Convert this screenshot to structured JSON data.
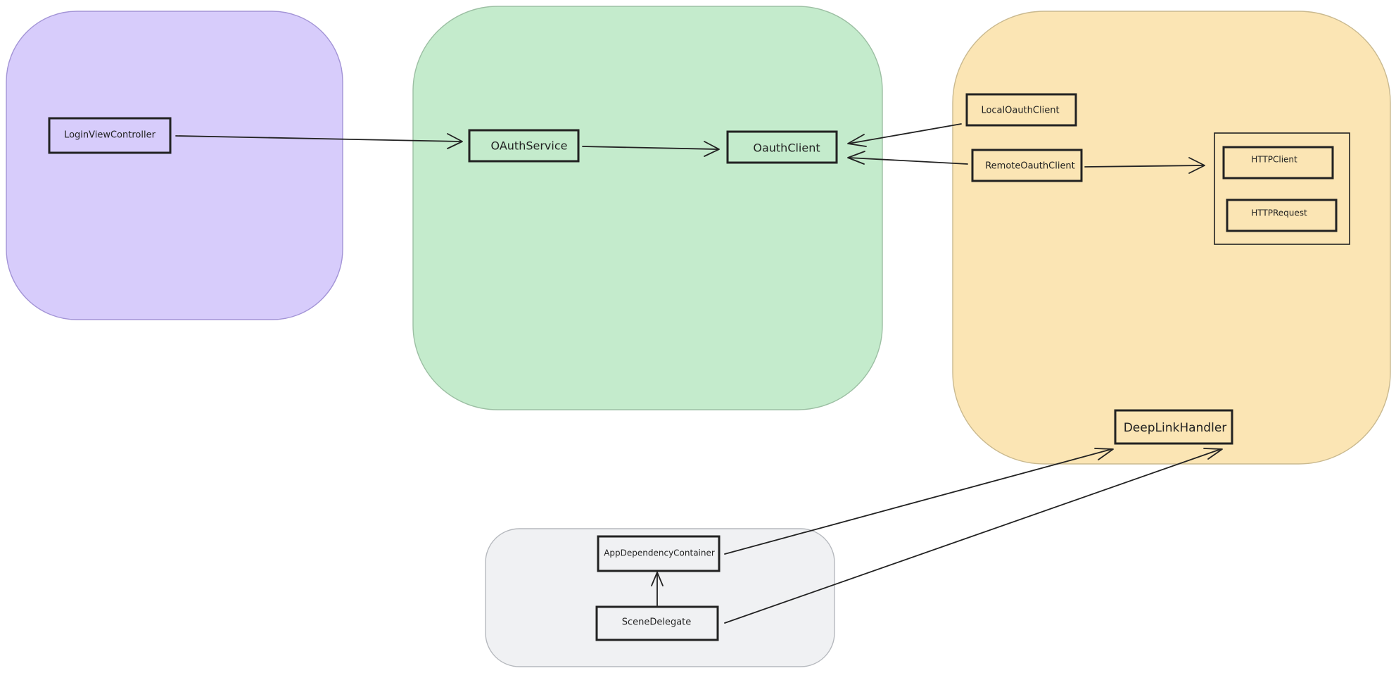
{
  "colors": {
    "region_purple": "#d7ccfb",
    "region_purple_stroke": "#a394d6",
    "region_green": "#c4ebcc",
    "region_green_stroke": "#9cbfa3",
    "region_yellow": "#fbe5b4",
    "region_yellow_stroke": "#c9b98f",
    "region_gray": "#f0f1f3",
    "region_gray_stroke": "#b6b9be",
    "ink": "#222222"
  },
  "nodes": {
    "login_view_controller": "LoginViewController",
    "oauth_service": "OAuthService",
    "oauth_client": "OauthClient",
    "local_oauth_client": "LocalOauthClient",
    "remote_oauth_client": "RemoteOauthClient",
    "http_client": "HTTPClient",
    "http_request": "HTTPRequest",
    "deep_link_handler": "DeepLinkHandler",
    "app_dependency_container": "AppDependencyContainer",
    "scene_delegate": "SceneDelegate"
  }
}
